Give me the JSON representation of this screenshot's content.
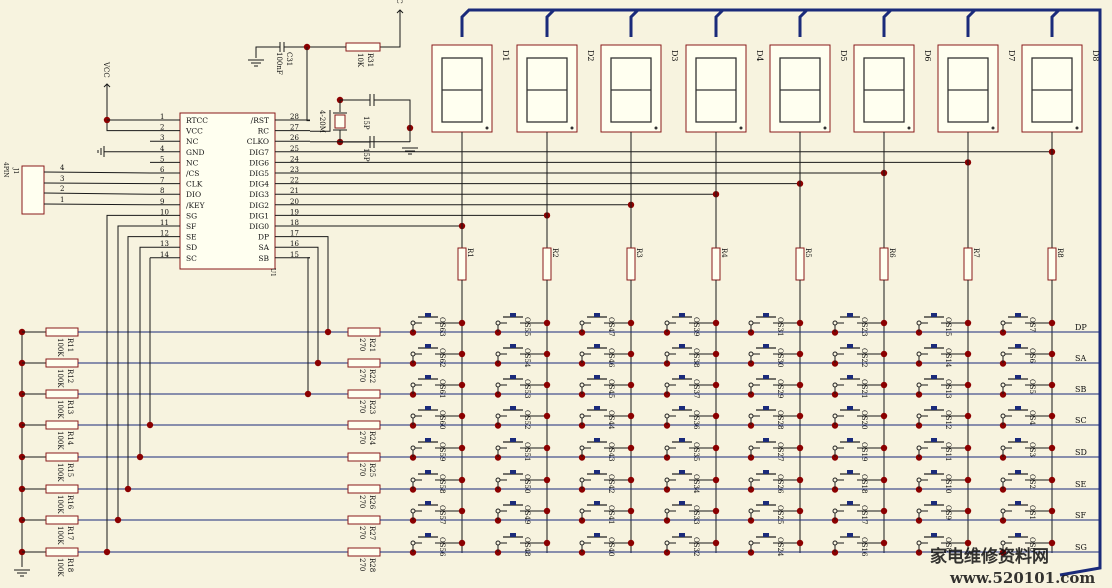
{
  "ic": {
    "ref": "U1",
    "left_pins": [
      {
        "num": "1",
        "name": "RTCC"
      },
      {
        "num": "2",
        "name": "VCC"
      },
      {
        "num": "3",
        "name": "NC"
      },
      {
        "num": "4",
        "name": "GND"
      },
      {
        "num": "5",
        "name": "NC"
      },
      {
        "num": "6",
        "name": "/CS"
      },
      {
        "num": "7",
        "name": "CLK"
      },
      {
        "num": "8",
        "name": "DIO"
      },
      {
        "num": "9",
        "name": "/KEY"
      },
      {
        "num": "10",
        "name": "SG"
      },
      {
        "num": "11",
        "name": "SF"
      },
      {
        "num": "12",
        "name": "SE"
      },
      {
        "num": "13",
        "name": "SD"
      },
      {
        "num": "14",
        "name": "SC"
      }
    ],
    "right_pins": [
      {
        "num": "28",
        "name": "/RST"
      },
      {
        "num": "27",
        "name": "RC"
      },
      {
        "num": "26",
        "name": "CLKO"
      },
      {
        "num": "25",
        "name": "DIG7"
      },
      {
        "num": "24",
        "name": "DIG6"
      },
      {
        "num": "23",
        "name": "DIG5"
      },
      {
        "num": "22",
        "name": "DIG4"
      },
      {
        "num": "21",
        "name": "DIG3"
      },
      {
        "num": "20",
        "name": "DIG2"
      },
      {
        "num": "19",
        "name": "DIG1"
      },
      {
        "num": "18",
        "name": "DIG0"
      },
      {
        "num": "17",
        "name": "DP"
      },
      {
        "num": "16",
        "name": "SA"
      },
      {
        "num": "15",
        "name": "SB"
      }
    ]
  },
  "connector": {
    "ref": "J1",
    "type": "4PIN",
    "pins": [
      "4",
      "3",
      "2",
      "1"
    ]
  },
  "power": {
    "vcc1": "VCC",
    "vcc2": "VCC"
  },
  "cap_c31": {
    "ref": "C31",
    "value": "100nF"
  },
  "res_r31": {
    "ref": "R31",
    "value": "10K"
  },
  "crystal": {
    "value": "4-20M",
    "c1": "15P",
    "c2": "15P"
  },
  "digits": [
    "D1",
    "D2",
    "D3",
    "D4",
    "D5",
    "D6",
    "D7",
    "D8"
  ],
  "digit_resistors": [
    "R1",
    "R2",
    "R3",
    "R4",
    "R5",
    "R6",
    "R7",
    "R8"
  ],
  "segments": [
    "DP",
    "SA",
    "SB",
    "SC",
    "SD",
    "SE",
    "SF",
    "SG"
  ],
  "pulldown_resistors": [
    {
      "ref": "R11",
      "value": "100K"
    },
    {
      "ref": "R12",
      "value": "100K"
    },
    {
      "ref": "R13",
      "value": "100K"
    },
    {
      "ref": "R14",
      "value": "100K"
    },
    {
      "ref": "R15",
      "value": "100K"
    },
    {
      "ref": "R16",
      "value": "100K"
    },
    {
      "ref": "R17",
      "value": "100K"
    },
    {
      "ref": "R18",
      "value": "100K"
    }
  ],
  "series_resistors": [
    {
      "ref": "R21",
      "value": "270"
    },
    {
      "ref": "R22",
      "value": "270"
    },
    {
      "ref": "R23",
      "value": "270"
    },
    {
      "ref": "R24",
      "value": "270"
    },
    {
      "ref": "R25",
      "value": "270"
    },
    {
      "ref": "R26",
      "value": "270"
    },
    {
      "ref": "R27",
      "value": "270"
    },
    {
      "ref": "R28",
      "value": "270"
    }
  ],
  "switches": [
    [
      "OS63",
      "OS55",
      "OS47",
      "OS39",
      "OS31",
      "OS23",
      "OS15",
      "OS7"
    ],
    [
      "OS62",
      "OS54",
      "OS46",
      "OS38",
      "OS30",
      "OS22",
      "OS14",
      "OS6"
    ],
    [
      "OS61",
      "OS53",
      "OS45",
      "OS37",
      "OS29",
      "OS21",
      "OS13",
      "OS5"
    ],
    [
      "OS60",
      "OS52",
      "OS44",
      "OS36",
      "OS28",
      "OS20",
      "OS12",
      "OS4"
    ],
    [
      "OS59",
      "OS51",
      "OS43",
      "OS35",
      "OS27",
      "OS19",
      "OS11",
      "OS3"
    ],
    [
      "OS58",
      "OS50",
      "OS42",
      "OS34",
      "OS26",
      "OS18",
      "OS10",
      "OS2"
    ],
    [
      "OS57",
      "OS49",
      "OS41",
      "OS33",
      "OS25",
      "OS17",
      "OS9",
      "OS1"
    ],
    [
      "OS56",
      "OS48",
      "OS40",
      "OS32",
      "OS24",
      "OS16",
      "OS8",
      "OS0"
    ]
  ],
  "watermark": {
    "cn": "家电维修资料网",
    "url": "www.520101.com"
  }
}
